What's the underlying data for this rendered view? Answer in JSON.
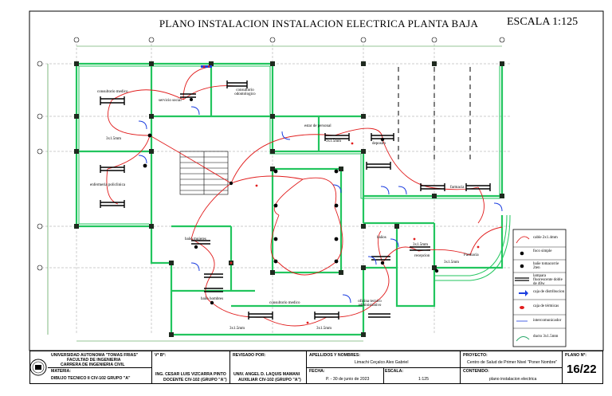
{
  "drawing": {
    "title": "PLANO INSTALACION INSTALACION ELECTRICA PLANTA BAJA",
    "scale": "ESCALA 1:125",
    "colors": {
      "wall": "#22c55e",
      "circuit": "#e11d1d",
      "ink": "#000000",
      "switch": "#1d3fe0"
    }
  },
  "rooms": {
    "consultorio": "consultorio medico",
    "servicio_social": "servicio social",
    "consultorio_odon": "consultorio odontologico",
    "enfermeria": "enfermeria policlinica",
    "estar_personal": "estar de personal",
    "deposito": "deposito",
    "farmacia_top": "farmacia",
    "bano_mujeres": "baño mujeres",
    "bano_hombres": "baño hombres",
    "consultorio_bottom": "consultorio medico",
    "oficina": "oficina tecnico administrativo",
    "recepcion": "recepcion",
    "farmacia": "Farmacia",
    "baños": "baños"
  },
  "circuits": {
    "c1": "3x1.5mm",
    "c2": "3x1.5mm",
    "c3": "3x1.5mm",
    "c4": "3x1.5mm",
    "c5": "3x1.5mm",
    "c6": "3x1.5mm"
  },
  "legend": {
    "items": [
      {
        "icon": "circuit-cable-icon",
        "label": "cable 2x1.4mm"
      },
      {
        "icon": "light-point-icon",
        "label": "foco simple"
      },
      {
        "icon": "outlet-icon",
        "label": "bañe tomacorrie 2ten"
      },
      {
        "icon": "fluorescent-icon",
        "label": "lampara fluorescente doble de 40w"
      },
      {
        "icon": "switch-box-icon",
        "label": "caja de distribucion"
      },
      {
        "icon": "junction-box-icon",
        "label": "caja de térmicas"
      },
      {
        "icon": "meter-icon",
        "label": "intercomunicador"
      },
      {
        "icon": "cable-arc-icon",
        "label": "ducto 3x1.5mm"
      }
    ]
  },
  "title_block": {
    "university": "UNIVERSIDAD AUTONOMA \"TOMAS FRIAS\"",
    "faculty": "FACULTAD DE INGENIERIA",
    "career": "CARRERA DE INGENIERIA CIVIL",
    "materia_label": "MATERIA:",
    "materia": "DIBUJO TECNICO II CIV-102 GRUPO \"A\"",
    "vb_label": "Vº Bº:",
    "docente_name": "ING. CESAR LUIS VIZCARRA PINTO",
    "docente_role": "DOCENTE CIV-102 (GRUPO \"A\")",
    "revisado_label": "REVISADO POR:",
    "auxiliar_name": "UNIV. ANGEL D. LAQUIS MAMANI",
    "auxiliar_role": "AUXILIAR CIV-102 (GRUPO \"A\")",
    "apellidos_label": "APELLIDOS Y NOMBRES:",
    "student": "Limachi Ceçalco Alex Gabriel",
    "fecha_label": "FECHA:",
    "fecha": "P. - 30 de junio de 2023",
    "escala_label": "ESCALA:",
    "escala": "1:125",
    "proyecto_label": "PROYECTO:",
    "proyecto": "Centro de Salud de Primer Nivel \"Poner Nombre\"",
    "contenido_label": "CONTENIDO:",
    "contenido": "plano instalacion electrica",
    "plano_label": "PLANO Nº:",
    "plano": "16/22"
  }
}
